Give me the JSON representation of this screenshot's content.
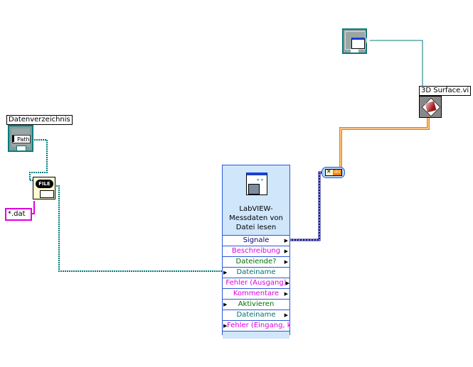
{
  "controls": {
    "path_control_label": "Datenverzeichnis",
    "path_control_text": "Path",
    "pattern_constant": "*.dat",
    "subvi_label": "3D Surface.vi"
  },
  "express_vi": {
    "title_line1": "LabVIEW-",
    "title_line2": "Messdaten von",
    "title_line3": "Datei lesen",
    "terminals": [
      {
        "label": "Signale",
        "color": "#000080",
        "direction": "out"
      },
      {
        "label": "Beschreibung",
        "color": "#e000e0",
        "direction": "out"
      },
      {
        "label": "Dateiende?",
        "color": "#007000",
        "direction": "out"
      },
      {
        "label": "Dateiname",
        "color": "#007070",
        "direction": "in"
      },
      {
        "label": "Fehler (Ausgang)",
        "color": "#e000e0",
        "direction": "out"
      },
      {
        "label": "Kommentare",
        "color": "#e000e0",
        "direction": "out"
      },
      {
        "label": "Aktivieren",
        "color": "#007000",
        "direction": "in"
      },
      {
        "label": "Dateiname",
        "color": "#007070",
        "direction": "out"
      },
      {
        "label": "Fehler (Eingang, k",
        "color": "#e000e0",
        "direction": "in"
      }
    ]
  },
  "icons": {
    "file_dialog_text": "FILE",
    "convert_text": "dbl"
  },
  "colors": {
    "path_wire": "#007b7b",
    "string_wire": "#e000e0",
    "dynamic_wire": "#0b0b8a",
    "double_wire": "#f08000",
    "express_bg": "#cfe6fb",
    "express_border": "#2b59d6"
  }
}
